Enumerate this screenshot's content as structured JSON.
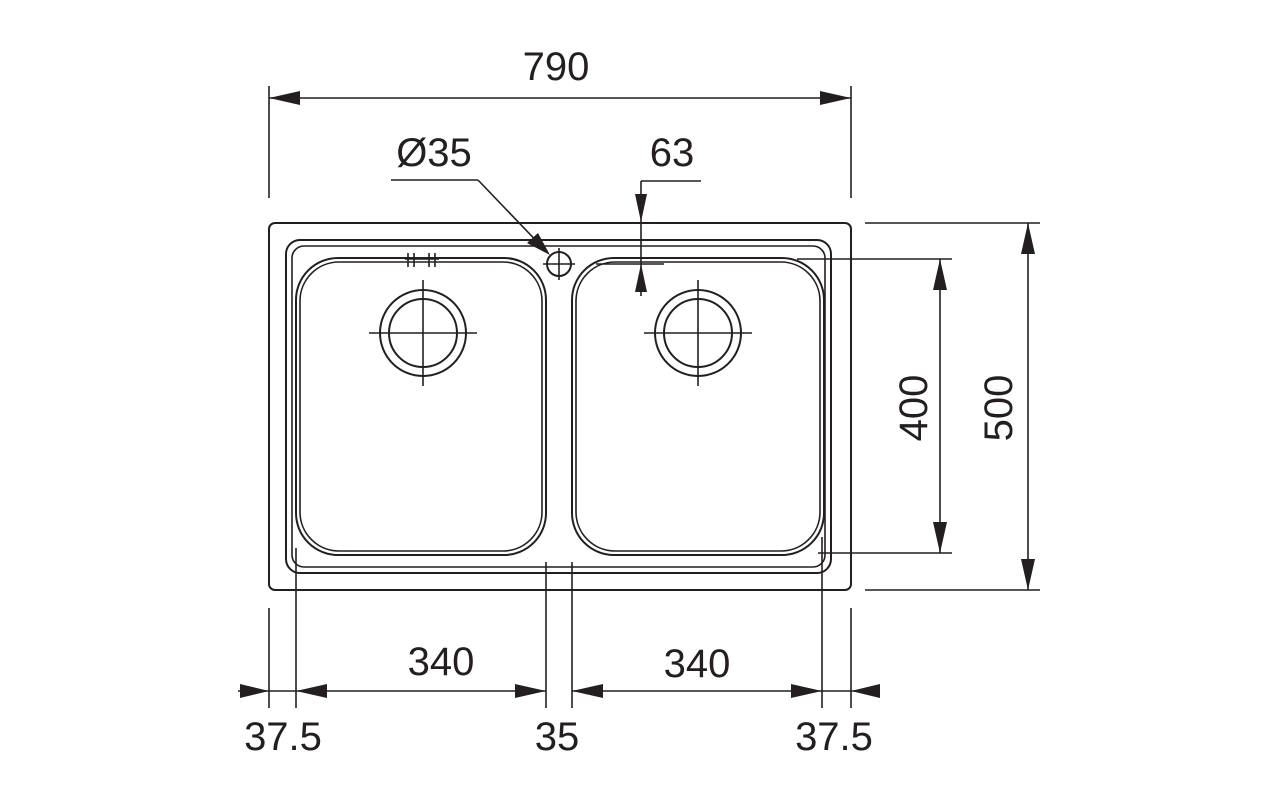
{
  "dimensions": {
    "overall_width": "790",
    "overall_depth": "500",
    "bowl_depth": "400",
    "tap_hole_diameter": "Ø35",
    "tap_hole_offset": "63",
    "left_bowl_width": "340",
    "right_bowl_width": "340",
    "left_margin": "37.5",
    "center_divider": "35",
    "right_margin": "37.5"
  },
  "colors": {
    "line": "#231f20",
    "background": "#ffffff"
  }
}
